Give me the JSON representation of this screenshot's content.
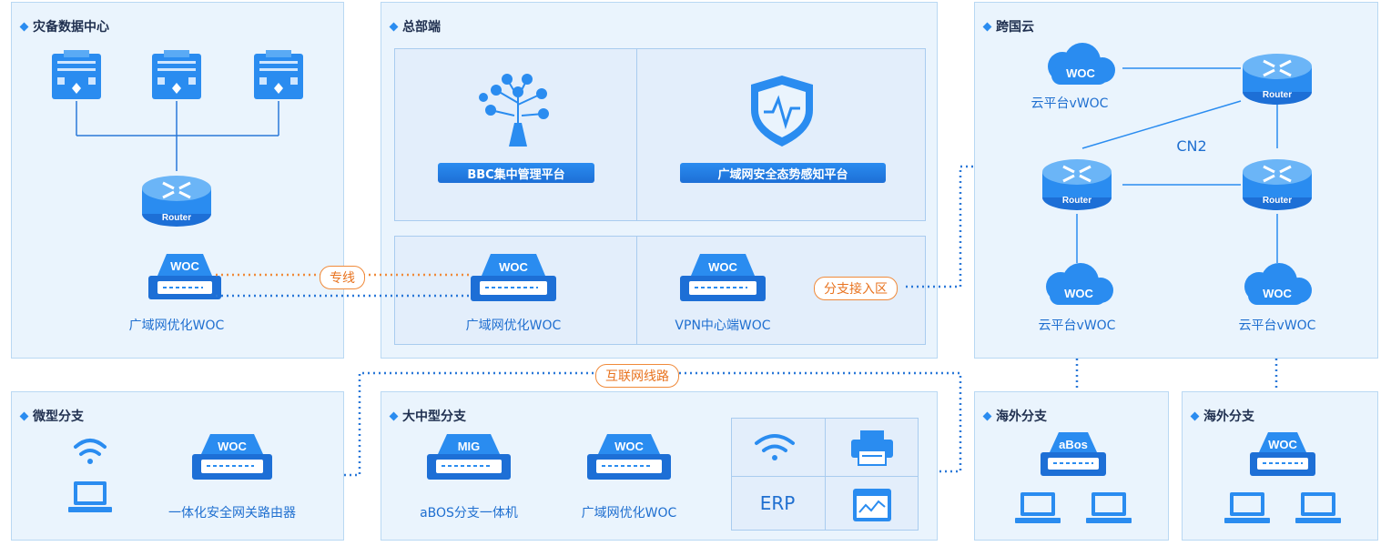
{
  "panels": {
    "dr_center": "灾备数据中心",
    "hq": "总部端",
    "cloud": "跨国云",
    "micro_branch": "微型分支",
    "large_branch": "大中型分支",
    "overseas1": "海外分支",
    "overseas2": "海外分支"
  },
  "dr": {
    "router_label": "Router",
    "woc_badge": "WOC",
    "woc_caption": "广域网优化WOC"
  },
  "hq": {
    "bbc_label": "BBC集中管理平台",
    "security_label": "广域网安全态势感知平台",
    "woc_badge": "WOC",
    "woc_caption": "广域网优化WOC",
    "vpn_badge": "WOC",
    "vpn_caption": "VPN中心端WOC"
  },
  "links": {
    "private_line": "专线",
    "branch_access": "分支接入区",
    "internet": "互联网线路"
  },
  "cloud": {
    "router_label": "Router",
    "cn2": "CN2",
    "vwoc_badge": "WOC",
    "vwoc_caption": "云平台vWOC"
  },
  "micro": {
    "woc_badge": "WOC",
    "gateway_caption": "一体化安全网关路由器"
  },
  "large": {
    "mig_badge": "MIG",
    "mig_caption": "aBOS分支一体机",
    "woc_badge": "WOC",
    "woc_caption": "广域网优化WOC",
    "erp": "ERP"
  },
  "overseas": {
    "abos_badge": "aBos",
    "woc_badge": "WOC"
  },
  "colors": {
    "accent": "#2a8cf0",
    "line_orange": "#f08a3a",
    "line_blue": "#2a78d8"
  }
}
